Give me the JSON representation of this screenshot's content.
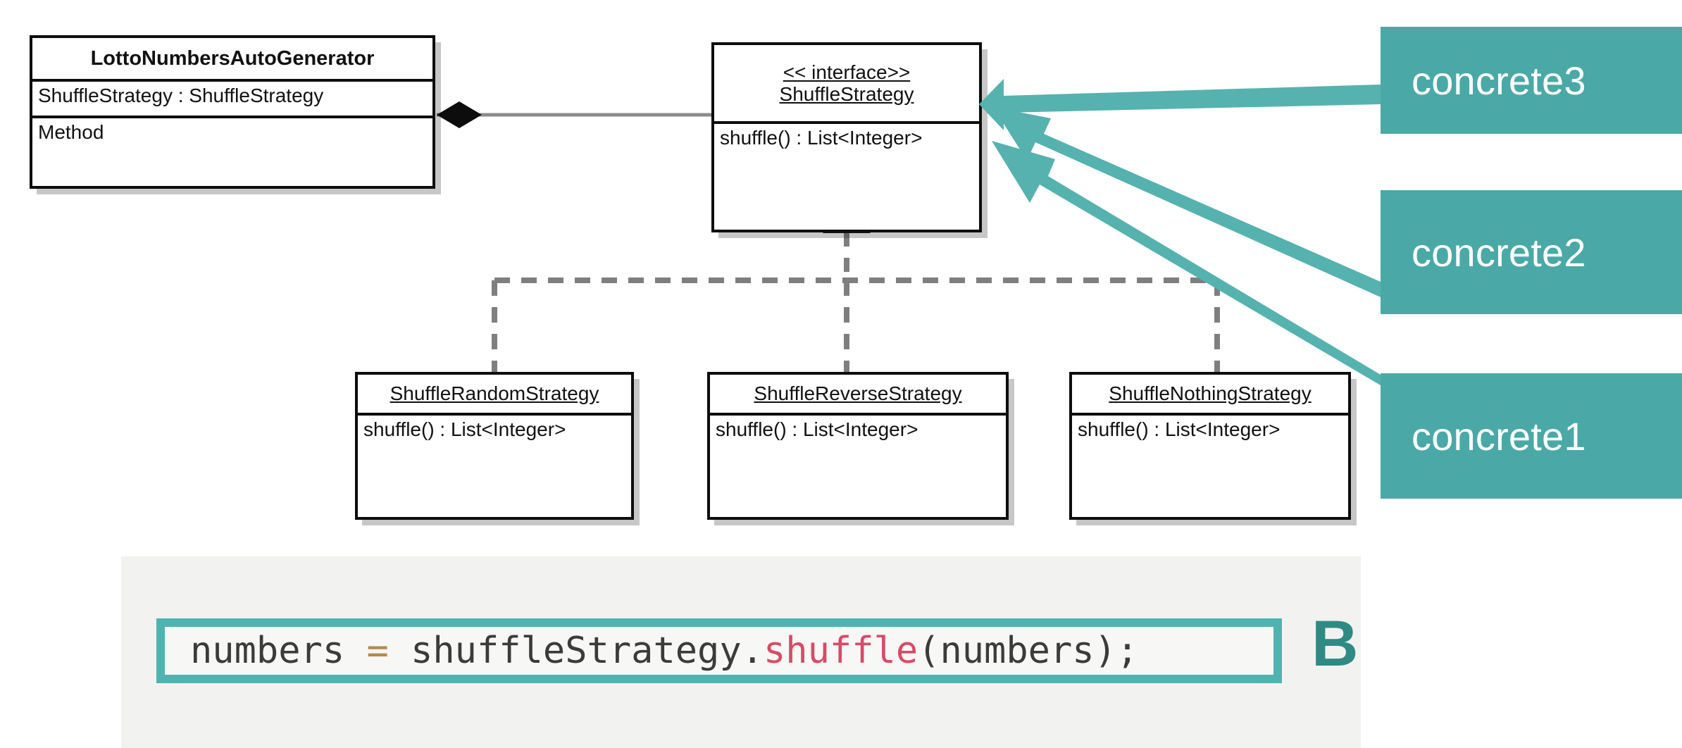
{
  "theme": {
    "teal": "#4aa9a6",
    "teal_dark": "#2f8a84",
    "arrow_teal": "#56b2af",
    "code_panel_bg": "#f2f2f0",
    "code_box_bg": "#f7f7f5",
    "code_border": "#4fb3b0",
    "code_text": "#3b3b3b",
    "op_color": "#b5894f",
    "fn_color": "#d94a66",
    "box_border": "#0d0d0d",
    "dash_line": "#7f7f7f",
    "solid_line": "#8c8c8c"
  },
  "diagram": {
    "type": "uml-class-diagram",
    "context_class": {
      "name": "LottoNumbersAutoGenerator",
      "attribute": "ShuffleStrategy : ShuffleStrategy",
      "section": "Method"
    },
    "interface": {
      "stereotype": "<< interface>>",
      "name": "ShuffleStrategy",
      "operation": "shuffle() : List<Integer>"
    },
    "concrete_classes": [
      {
        "name": "ShuffleRandomStrategy",
        "operation": "shuffle() : List<Integer>"
      },
      {
        "name": "ShuffleReverseStrategy",
        "operation": "shuffle() : List<Integer>"
      },
      {
        "name": "ShuffleNothingStrategy",
        "operation": "shuffle() : List<Integer>"
      }
    ],
    "relationships": [
      {
        "kind": "composition",
        "from": "LottoNumbersAutoGenerator",
        "to": "ShuffleStrategy",
        "marker": "filled-diamond"
      },
      {
        "kind": "realization",
        "from": "ShuffleRandomStrategy",
        "to": "ShuffleStrategy",
        "marker": "hollow-triangle-dashed"
      },
      {
        "kind": "realization",
        "from": "ShuffleReverseStrategy",
        "to": "ShuffleStrategy",
        "marker": "hollow-triangle-dashed"
      },
      {
        "kind": "realization",
        "from": "ShuffleNothingStrategy",
        "to": "ShuffleStrategy",
        "marker": "hollow-triangle-dashed"
      }
    ]
  },
  "callouts": [
    {
      "label": "concrete3"
    },
    {
      "label": "concrete2"
    },
    {
      "label": "concrete1"
    }
  ],
  "code": {
    "full_line": "numbers = shuffleStrategy.shuffle(numbers);",
    "part_lhs": "numbers ",
    "part_op": "=",
    "part_mid": " shuffleStrategy.",
    "part_fn": "shuffle",
    "part_tail": "(numbers);",
    "marker": "B"
  }
}
